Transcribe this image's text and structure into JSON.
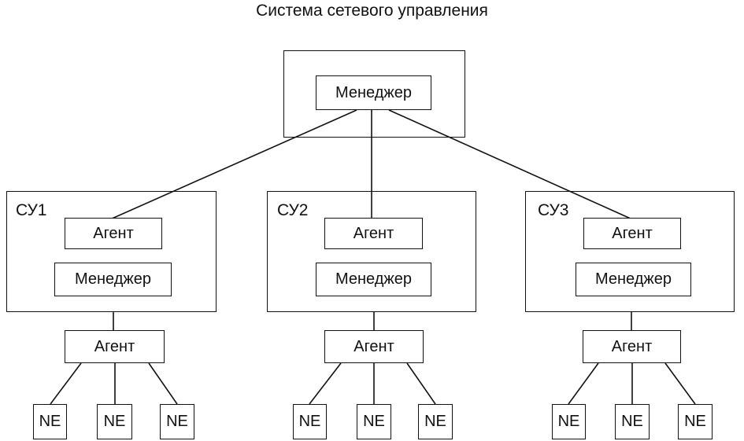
{
  "title": "Система сетевого управления",
  "top": {
    "manager": "Менеджер"
  },
  "subsystems": [
    {
      "label": "СУ1",
      "agent": "Агент",
      "manager": "Менеджер",
      "lower_agent": "Агент",
      "ne": [
        "NE",
        "NE",
        "NE"
      ]
    },
    {
      "label": "СУ2",
      "agent": "Агент",
      "manager": "Менеджер",
      "lower_agent": "Агент",
      "ne": [
        "NE",
        "NE",
        "NE"
      ]
    },
    {
      "label": "СУ3",
      "agent": "Агент",
      "manager": "Менеджер",
      "lower_agent": "Агент",
      "ne": [
        "NE",
        "NE",
        "NE"
      ]
    }
  ]
}
